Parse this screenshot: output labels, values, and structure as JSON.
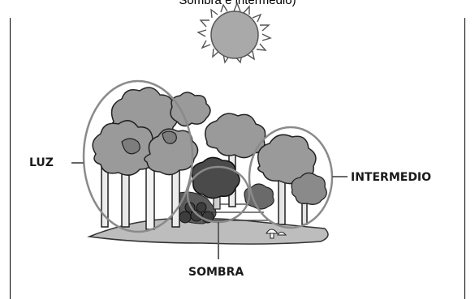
{
  "caption": "Sombra e intermedio)",
  "labels": {
    "luz": "LUZ",
    "intermedio": "INTERMEDIO",
    "sombra": "SOMBRA"
  },
  "colors": {
    "sun_fill": "#a9a9a9",
    "tree_light": "#9a9a9a",
    "tree_mid": "#7d7d7d",
    "tree_dark": "#4a4a4a",
    "ellipse_stroke": "#8a8a8a"
  }
}
